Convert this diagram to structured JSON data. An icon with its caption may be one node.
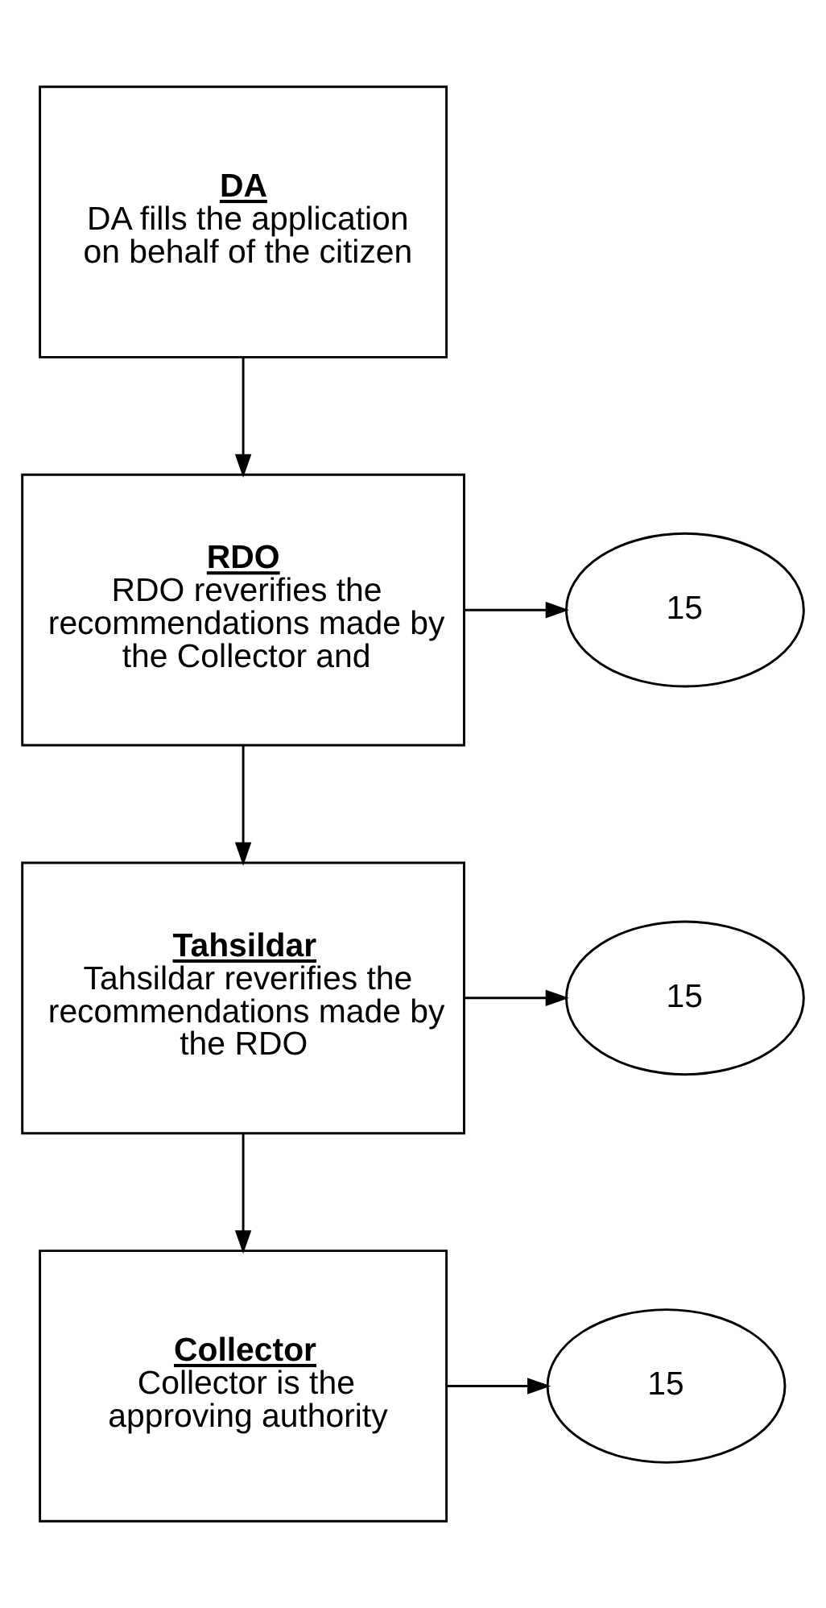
{
  "diagram": {
    "nodes": [
      {
        "text": [
          "DA",
          "DA fills the application on behalf of the citizen"
        ]
      },
      {
        "text": [
          "RDO",
          "RDO reverifies the recommendations made by the Collector and"
        ]
      },
      {
        "text": [
          "15"
        ]
      },
      {
        "text": [
          "Tahsildar",
          "Tahsildar reverifies the recommendations made by the RDO"
        ]
      },
      {
        "text": [
          "15"
        ]
      },
      {
        "text": [
          "Collector",
          "Collector is the approving authority"
        ]
      },
      {
        "text": [
          "15"
        ]
      }
    ],
    "edges": [
      {
        "from": 0,
        "to": 1,
        "arrow": "to"
      },
      {
        "from": 1,
        "to": 2,
        "arrow": "to"
      },
      {
        "from": 1,
        "to": 3,
        "arrow": "to"
      },
      {
        "from": 3,
        "to": 4,
        "arrow": "to"
      },
      {
        "from": 3,
        "to": 5,
        "arrow": "to"
      },
      {
        "from": 5,
        "to": 6,
        "arrow": "to"
      }
    ]
  }
}
